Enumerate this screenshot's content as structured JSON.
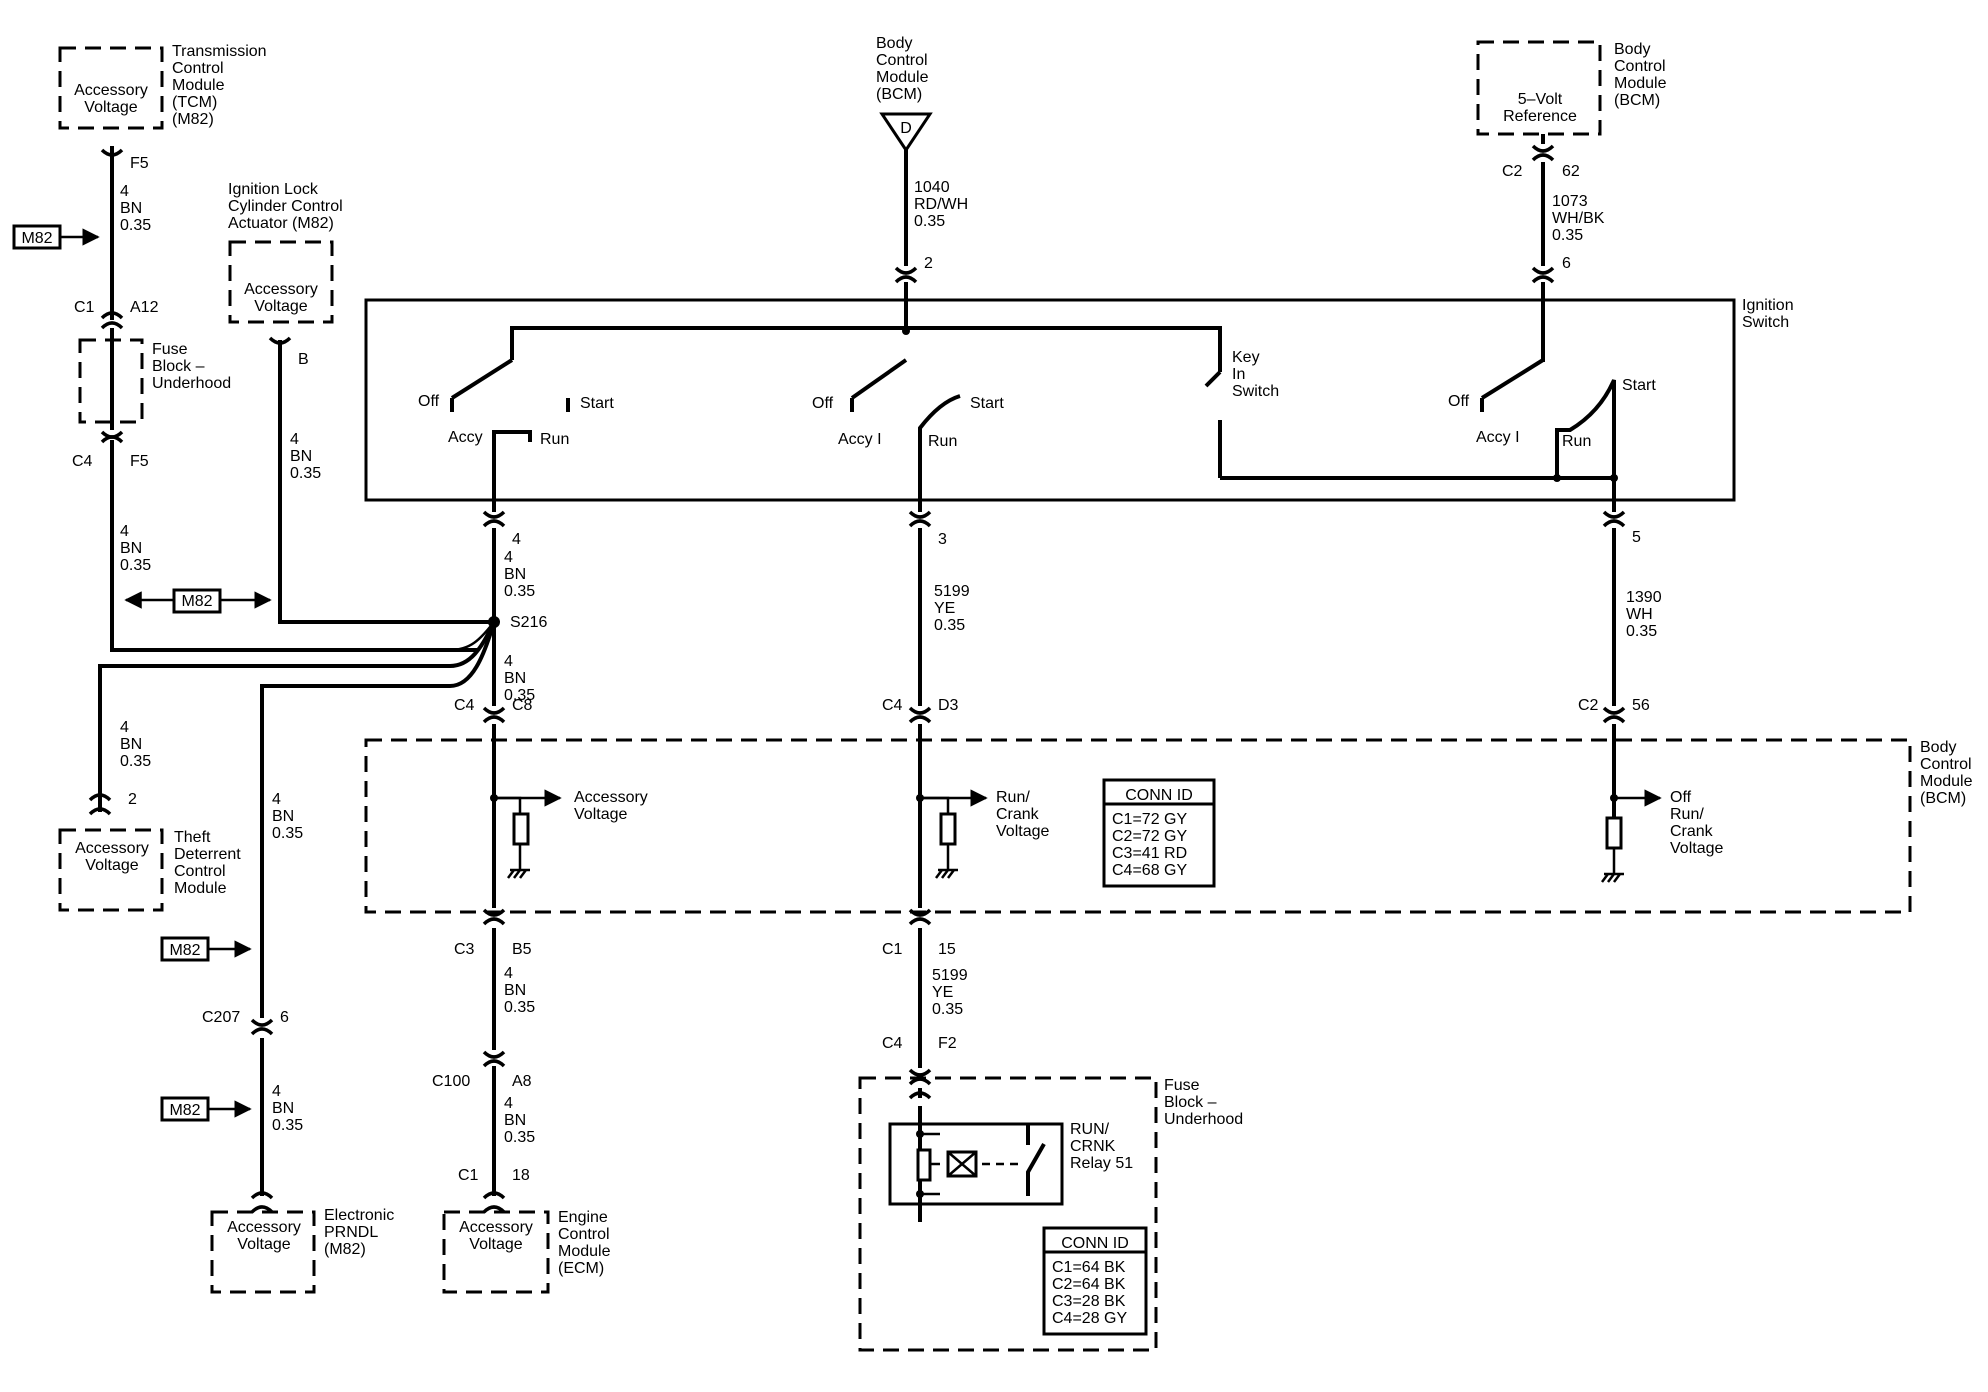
{
  "components": {
    "tcm": {
      "inner": [
        "Accessory",
        "Voltage"
      ],
      "name": [
        "Transmission",
        "Control",
        "Module",
        "(TCM)",
        "(M82)"
      ]
    },
    "ilcca": {
      "inner": [
        "Accessory",
        "Voltage"
      ],
      "name": [
        "Ignition Lock",
        "Cylinder Control",
        "Actuator (M82)"
      ]
    },
    "bcm_top": {
      "name": [
        "Body",
        "Control",
        "Module",
        "(BCM)"
      ],
      "symbol": "D"
    },
    "bcm_ref": {
      "inner": [
        "5–Volt",
        "Reference"
      ],
      "name": [
        "Body",
        "Control",
        "Module",
        "(BCM)"
      ]
    },
    "fuse_small": {
      "name": [
        "Fuse",
        "Block –",
        "Underhood"
      ]
    },
    "ign_switch": {
      "name": [
        "Ignition",
        "Switch"
      ]
    },
    "theft": {
      "inner": [
        "Accessory",
        "Voltage"
      ],
      "name": [
        "Theft",
        "Deterrent",
        "Control",
        "Module"
      ]
    },
    "bcm_main": {
      "name": [
        "Body",
        "Control",
        "Module",
        "(BCM)"
      ]
    },
    "prndl": {
      "inner": [
        "Accessory",
        "Voltage"
      ],
      "name": [
        "Electronic",
        "PRNDL",
        "(M82)"
      ]
    },
    "ecm": {
      "inner": [
        "Accessory",
        "Voltage"
      ],
      "name": [
        "Engine",
        "Control",
        "Module",
        "(ECM)"
      ]
    },
    "fuse_big": {
      "name": [
        "Fuse",
        "Block –",
        "Underhood"
      ]
    },
    "relay": {
      "name": [
        "RUN/",
        "CRNK",
        "Relay 51"
      ]
    }
  },
  "switch_labels": {
    "s1": {
      "off": "Off",
      "start": "Start",
      "accy": "Accy",
      "run": "Run"
    },
    "s2": {
      "off": "Off",
      "start": "Start",
      "accy": "Accy I",
      "run": "Run"
    },
    "s3": {
      "off": "Off",
      "start": "Start",
      "accy": "Accy I",
      "run": "Run"
    },
    "key": [
      "Key",
      "In",
      "Switch"
    ]
  },
  "bcm_outputs": {
    "acc": [
      "Accessory",
      "Voltage"
    ],
    "runcrank": [
      "Run/",
      "Crank",
      "Voltage"
    ],
    "offrun": [
      "Off",
      "Run/",
      "Crank",
      "Voltage"
    ]
  },
  "tags": {
    "m82": "M82"
  },
  "splice": "S216",
  "conn_id_bcm": {
    "title": "CONN ID",
    "lines": [
      "C1=72 GY",
      "C2=72 GY",
      "C3=41 RD",
      "C4=68 GY"
    ]
  },
  "conn_id_fuse": {
    "title": "CONN ID",
    "lines": [
      "C1=64 BK",
      "C2=64 BK",
      "C3=28 BK",
      "C4=28 GY"
    ]
  },
  "pins": {
    "tcm_f5": "F5",
    "c1": "C1",
    "a12": "A12",
    "c4_top": "C4",
    "f5_b": "F5",
    "ilc_b": "B",
    "bcmd_2": "2",
    "bcmr_c2": "C2",
    "bcmr_62": "62",
    "ign_6": "6",
    "ign_4": "4",
    "ign_3": "3",
    "ign_5": "5",
    "c4_a": "C4",
    "c8": "C8",
    "c4_b": "C4",
    "d3": "D3",
    "c2_b": "C2",
    "p56": "56",
    "theft_2": "2",
    "c3": "C3",
    "b5": "B5",
    "c1_b": "C1",
    "p15": "15",
    "c207": "C207",
    "p6": "6",
    "c100": "C100",
    "a8": "A8",
    "c1_c": "C1",
    "p18": "18",
    "c4_c": "C4",
    "f2": "F2"
  },
  "wires": {
    "w_tcm": [
      "4",
      "BN",
      "0.35"
    ],
    "w_fuse_out": [
      "4",
      "BN",
      "0.35"
    ],
    "w_ilc": [
      "4",
      "BN",
      "0.35"
    ],
    "w_1040": [
      "1040",
      "RD/WH",
      "0.35"
    ],
    "w_1073": [
      "1073",
      "WH/BK",
      "0.35"
    ],
    "w_ign4": [
      "4",
      "BN",
      "0.35"
    ],
    "w_s216": [
      "4",
      "BN",
      "0.35"
    ],
    "w_5199a": [
      "5199",
      "YE",
      "0.35"
    ],
    "w_1390": [
      "1390",
      "WH",
      "0.35"
    ],
    "w_theft": [
      "4",
      "BN",
      "0.35"
    ],
    "w_prndl_up": [
      "4",
      "BN",
      "0.35"
    ],
    "w_ecm_a": [
      "4",
      "BN",
      "0.35"
    ],
    "w_5199b": [
      "5199",
      "YE",
      "0.35"
    ],
    "w_prndl_low": [
      "4",
      "BN",
      "0.35"
    ],
    "w_ecm_b": [
      "4",
      "BN",
      "0.35"
    ]
  }
}
